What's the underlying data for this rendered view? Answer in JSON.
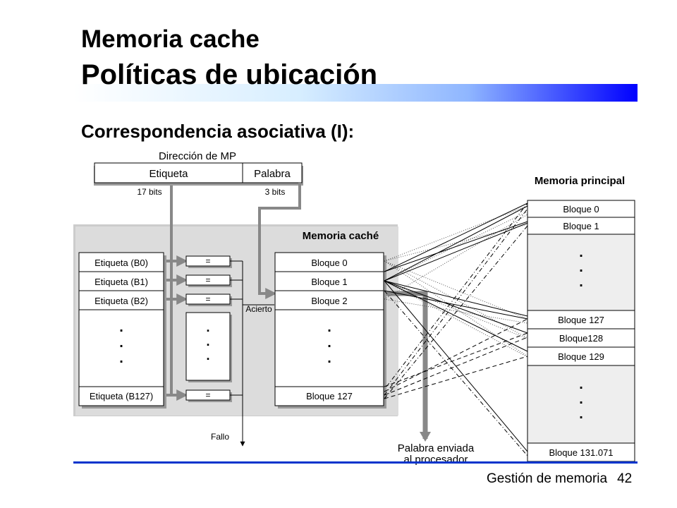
{
  "slide": {
    "title_line1": "Memoria cache",
    "title_line2": "Políticas de ubicación",
    "subtitle": "Correspondencia asociativa (I):",
    "footer_text": "Gestión de memoria",
    "page_number": "42"
  },
  "diagram": {
    "address_label": "Dirección de MP",
    "tag_field": "Etiqueta",
    "word_field": "Palabra",
    "tag_bits": "17 bits",
    "word_bits": "3 bits",
    "cache_label": "Memoria caché",
    "main_memory_label": "Memoria principal",
    "tags": [
      "Etiqueta (B0)",
      "Etiqueta (B1)",
      "Etiqueta (B2)",
      "Etiqueta (B127)"
    ],
    "comparator": "=",
    "cache_blocks": [
      "Bloque 0",
      "Bloque 1",
      "Bloque 2",
      "Bloque 127"
    ],
    "mp_blocks": [
      "Bloque 0",
      "Bloque 1",
      "Bloque 127",
      "Bloque128",
      "Bloque 129",
      "Bloque 131.071"
    ],
    "ellipsis": ".",
    "hit": "Acierto",
    "miss": "Fallo",
    "sent_word_line1": "Palabra enviada",
    "sent_word_line2": "al procesador"
  }
}
